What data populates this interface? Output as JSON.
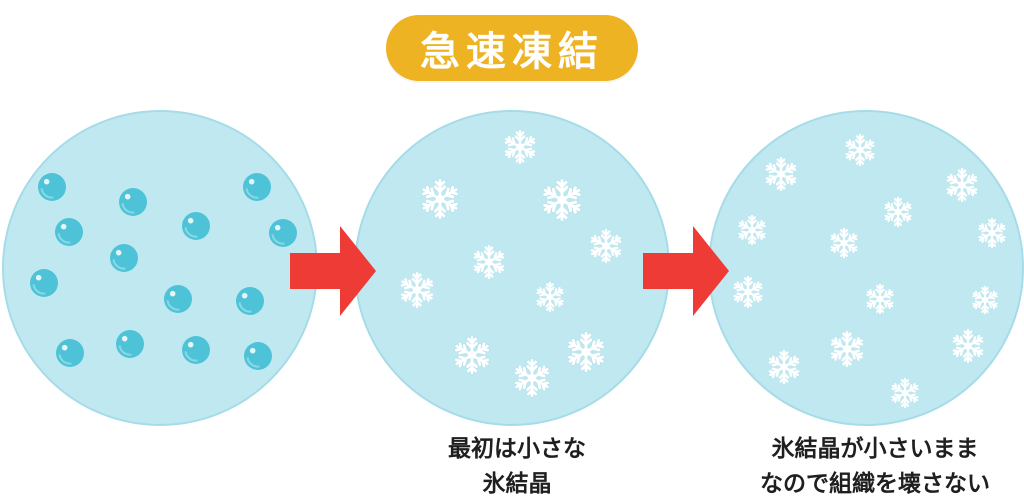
{
  "title": "急速凍結",
  "colors": {
    "title_bg": "#EDB323",
    "circle_fill": "#BFE8F1",
    "circle_border": "#A6DCE8",
    "droplet": "#4EC3D8",
    "arrow": "#EE3B36",
    "snowflake": "#ffffff"
  },
  "stages": [
    {
      "name": "water-droplets",
      "caption": []
    },
    {
      "name": "small-crystals",
      "caption": [
        "最初は小さな",
        "氷結晶"
      ]
    },
    {
      "name": "crystals-stay-small",
      "caption": [
        "氷結晶が小さいまま",
        "なので組織を壊さない"
      ]
    }
  ],
  "icons": {
    "droplet": "droplet-icon",
    "snowflake": "snowflake-icon",
    "arrow": "right-arrow-icon"
  }
}
